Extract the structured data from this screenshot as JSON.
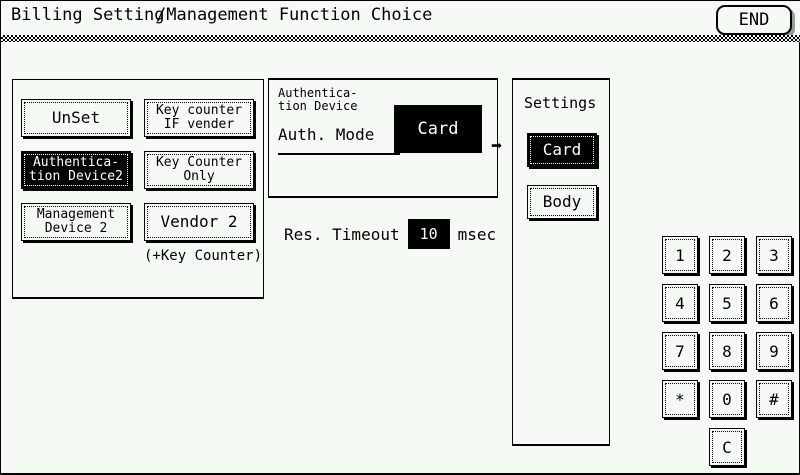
{
  "header": {
    "title": "Billing Setting",
    "breadcrumb": "/Management Function Choice",
    "end_label": "END"
  },
  "device_choice": {
    "buttons": [
      {
        "id": "unset",
        "label": "UnSet",
        "selected": false
      },
      {
        "id": "key-counter-if",
        "label": "Key counter\nIF vender",
        "selected": false
      },
      {
        "id": "authentication-device-2",
        "label": "Authentica-\ntion Device2",
        "selected": true
      },
      {
        "id": "key-counter-only",
        "label": "Key Counter\nOnly",
        "selected": false
      },
      {
        "id": "management-device-2",
        "label": "Management\nDevice 2",
        "selected": false
      },
      {
        "id": "vendor-2",
        "label": "Vendor 2",
        "selected": false
      }
    ],
    "note": "(+Key Counter)"
  },
  "authentication_device": {
    "panel_title": "Authentica-\ntion Device",
    "auth_mode_label": "Auth. Mode",
    "auth_mode_value": "Card",
    "arrow_icon": "➡",
    "timeout_label": "Res. Timeout",
    "timeout_value": "10",
    "timeout_unit": "msec"
  },
  "settings": {
    "title": "Settings",
    "options": [
      {
        "id": "card",
        "label": "Card",
        "selected": true
      },
      {
        "id": "body",
        "label": "Body",
        "selected": false
      }
    ]
  },
  "keypad": {
    "keys": [
      "1",
      "2",
      "3",
      "4",
      "5",
      "6",
      "7",
      "8",
      "9",
      "*",
      "0",
      "#"
    ],
    "clear_key": "C"
  },
  "colors": {
    "background": "#f5faf5",
    "foreground": "#000000",
    "selected_bg": "#000000",
    "selected_fg": "#ffffff"
  }
}
